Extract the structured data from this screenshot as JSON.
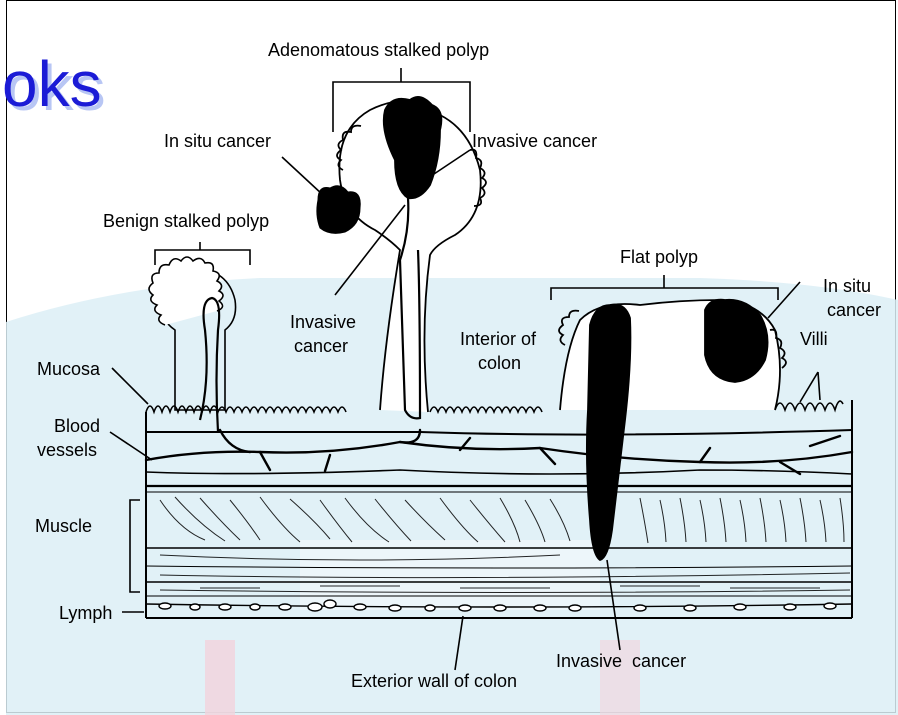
{
  "watermark": {
    "text": "oks",
    "text_color": "#1b1bd6",
    "shadow_color": "#b8c6f4",
    "band_color": "#dceef6",
    "accent_color": "#f3d3dc"
  },
  "labels": {
    "adenomatous_stalked_polyp": "Adenomatous stalked polyp",
    "in_situ_cancer_left": "In situ cancer",
    "invasive_cancer_top": "Invasive cancer",
    "benign_stalked_polyp": "Benign stalked polyp",
    "flat_polyp": "Flat polyp",
    "in_situ_cancer_right_1": "In situ",
    "in_situ_cancer_right_2": "cancer",
    "invasive_cancer_middle_1": "Invasive",
    "invasive_cancer_middle_2": "cancer",
    "interior_of_colon_1": "Interior of",
    "interior_of_colon_2": "colon",
    "villi": "Villi",
    "mucosa": "Mucosa",
    "blood_vessels_1": "Blood",
    "blood_vessels_2": "vessels",
    "muscle": "Muscle",
    "lymph": "Lymph",
    "invasive_cancer_bottom": "Invasive  cancer",
    "exterior_wall_of_colon": "Exterior wall of colon"
  }
}
